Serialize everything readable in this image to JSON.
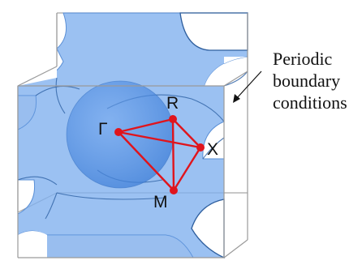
{
  "diagram": {
    "points": {
      "gamma": "Γ",
      "r": "R",
      "x": "X",
      "m": "M"
    },
    "annotation": {
      "line1": "Periodic",
      "line2": "boundary",
      "line3": "conditions"
    },
    "colors": {
      "fermi_surface_fill": "#78a9ea",
      "fermi_surface_edge": "#3b6fb8",
      "sphere_fill": "#4e8ee0",
      "path": "#e0141c",
      "cube_edge": "#9a9a9a"
    }
  }
}
